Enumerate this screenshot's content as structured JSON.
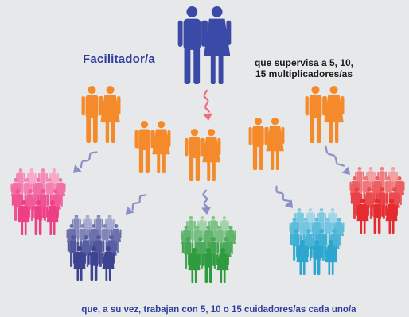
{
  "labels": {
    "facilitator": "Facilitador/a",
    "supervises_line1": "que supervisa a 5, 10,",
    "supervises_line2": "15 multiplicadores/as",
    "caregivers": "que, a su vez, trabajan con 5, 10 o 15 cuidadores/as cada uno/a"
  },
  "colors": {
    "background": "#e7e8ea",
    "facilitator": "#3a4aa6",
    "multiplier": "#f58a2a",
    "arrow_side": "#8a90c8",
    "arrow_center": "#f06b7e",
    "group_pink": "#ee3f86",
    "group_navy": "#3c4391",
    "group_green": "#2e9b3e",
    "group_cyan": "#2aa6cf",
    "group_red": "#e52b30"
  },
  "icons": {
    "person": "person-icon",
    "arrow": "arrow-icon"
  }
}
